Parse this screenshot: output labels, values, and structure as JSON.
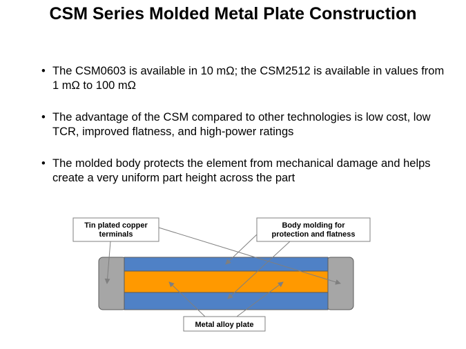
{
  "slide": {
    "title": "CSM Series Molded Metal Plate Construction",
    "bullets": [
      "The CSM0603 is available in 10 mΩ; the CSM2512 is available in values from 1 mΩ to 100 mΩ",
      "The advantage of the CSM compared to other technologies is low cost, low TCR, improved flatness, and high-power ratings",
      "The molded body protects the element from mechanical damage and helps create a very uniform part height across the part"
    ]
  },
  "diagram": {
    "labels": {
      "terminals_line1": "Tin plated copper",
      "terminals_line2": "terminals",
      "molding_line1": "Body molding for",
      "molding_line2": "protection and flatness",
      "plate": "Metal alloy plate"
    },
    "colors": {
      "terminal": "#a6a6a6",
      "molding": "#4f81c6",
      "plate": "#ff9900",
      "arrow": "#7f7f7f"
    }
  }
}
